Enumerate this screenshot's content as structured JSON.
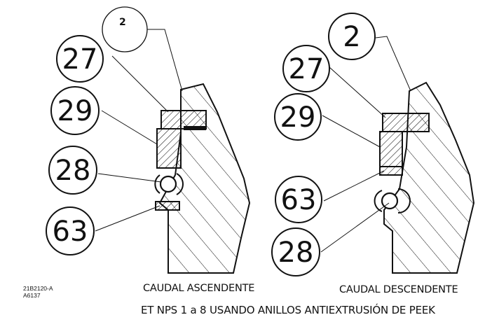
{
  "callouts": {
    "left": {
      "c2": "2",
      "c27": "27",
      "c29": "29",
      "c28": "28",
      "c63": "63"
    },
    "right": {
      "c2": "2",
      "c27": "27",
      "c29": "29",
      "c63": "63",
      "c28": "28"
    }
  },
  "captions": {
    "left": "CAUDAL ASCENDENTE",
    "right": "CAUDAL DESCENDENTE",
    "bottom": "ET NPS 1 a 8 USANDO ANILLOS ANTIEXTRUSIÓN DE PEEK"
  },
  "reference": {
    "line1": "21B2120-A",
    "line2": "A6137"
  }
}
